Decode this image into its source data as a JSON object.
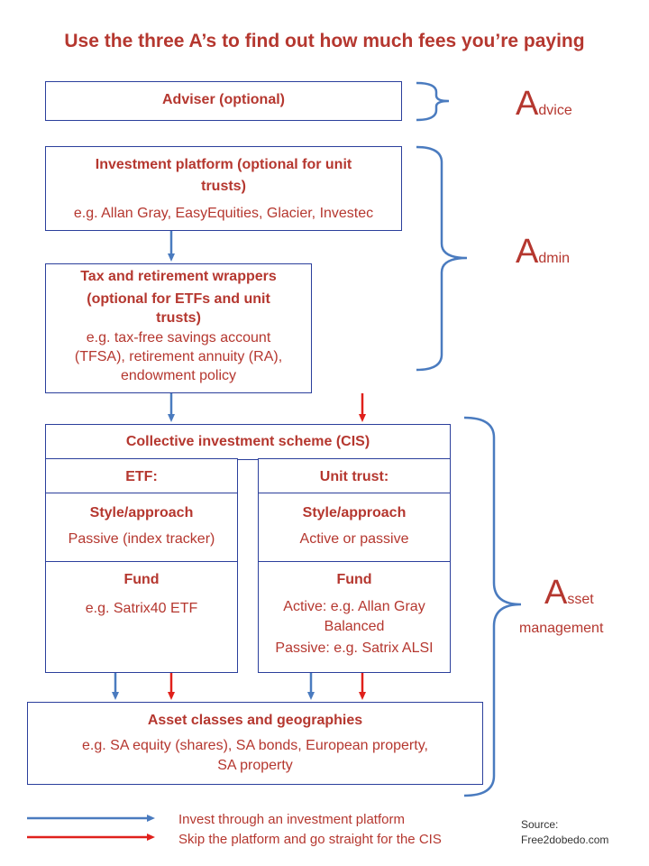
{
  "title": "Use the three A’s to find out how much fees you’re paying",
  "adviser": {
    "label": "Adviser (optional)"
  },
  "platform": {
    "line1": "Investment platform (optional for unit",
    "line2": "trusts)",
    "example": "e.g. Allan Gray, EasyEquities, Glacier, Investec"
  },
  "wrappers": {
    "line1": "Tax and retirement wrappers",
    "line2": "(optional for ETFs and unit",
    "line3": "trusts)",
    "ex1": "e.g. tax-free savings account",
    "ex2": "(TFSA), retirement annuity (RA),",
    "ex3": "endowment policy"
  },
  "cis": {
    "label": "Collective investment scheme (CIS)"
  },
  "etf": {
    "header": "ETF:",
    "style_title": "Style/approach",
    "style_value": "Passive (index tracker)",
    "fund_title": "Fund",
    "fund_value": "e.g. Satrix40 ETF"
  },
  "unit_trust": {
    "header": "Unit trust:",
    "style_title": "Style/approach",
    "style_value": "Active or passive",
    "fund_title": "Fund",
    "fund_line1": "Active: e.g. Allan Gray",
    "fund_line2": "Balanced",
    "fund_line3": "Passive: e.g. Satrix ALSI"
  },
  "asset_classes": {
    "title": "Asset classes and geographies",
    "line1": "e.g. SA equity (shares), SA bonds, European property,",
    "line2": "SA property"
  },
  "labels": {
    "advice_cap": "A",
    "advice_rest": "dvice",
    "admin_cap": "A",
    "admin_rest": "dmin",
    "asset_cap": "A",
    "asset_rest": "sset",
    "asset_line2": "management"
  },
  "legend": {
    "blue": "Invest through an investment platform",
    "red": "Skip the platform and go straight for the CIS",
    "blue_color": "#4a7bbf",
    "red_color": "#e0201b"
  },
  "source": {
    "line1": "Source:",
    "line2": "Free2dobedo.com"
  }
}
